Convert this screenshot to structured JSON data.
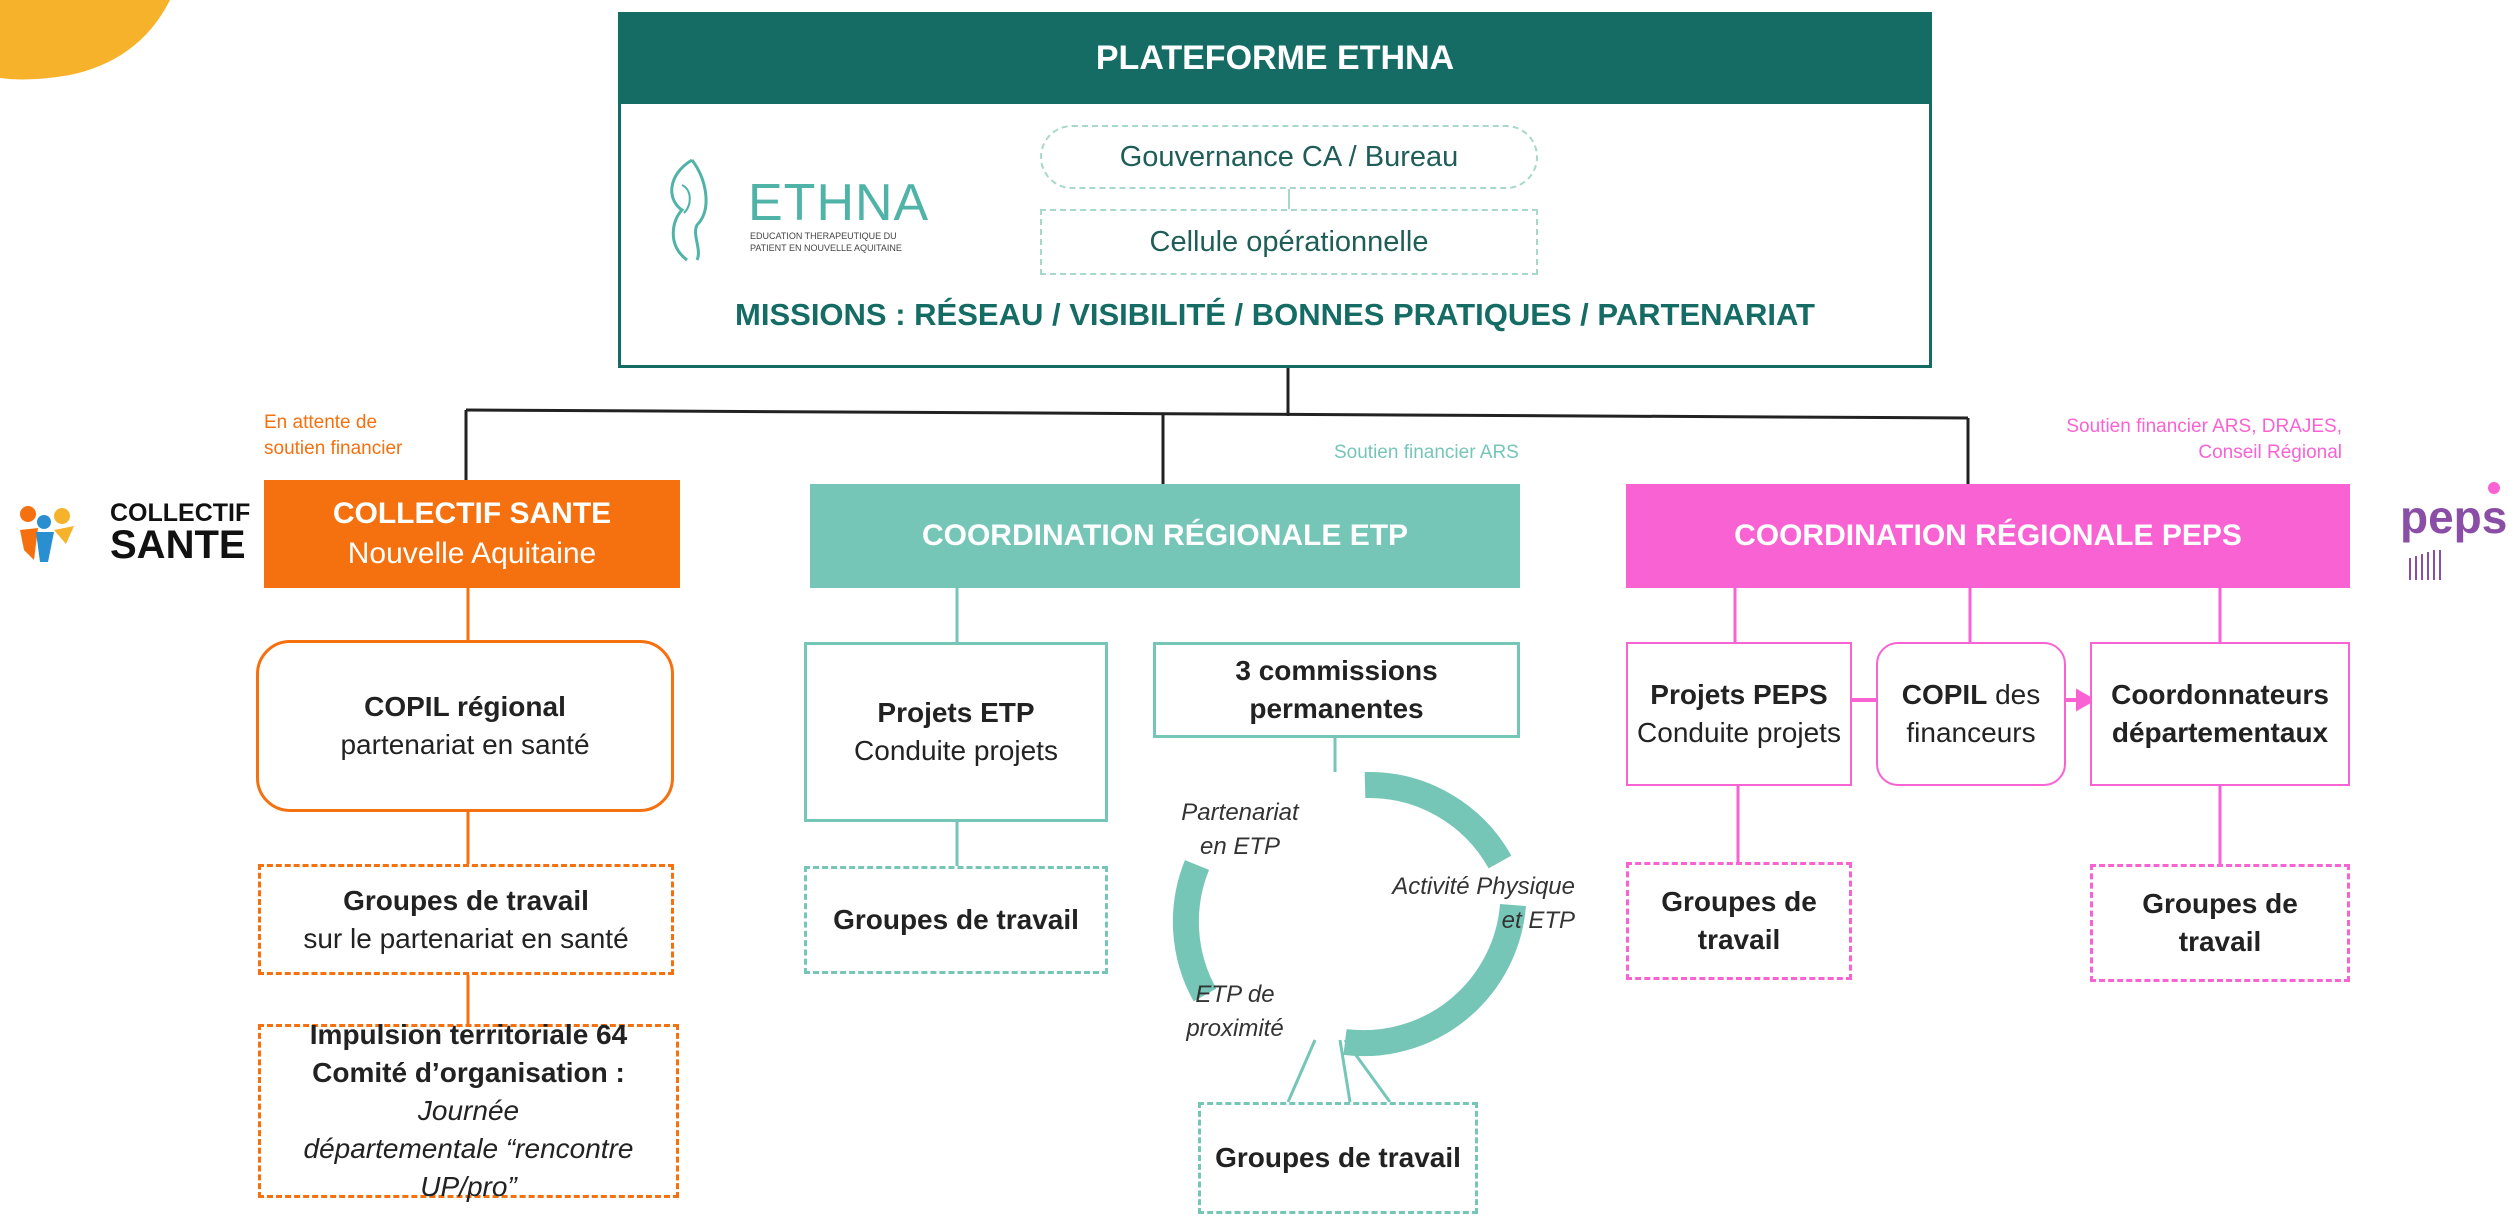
{
  "colors": {
    "teal_dark": "#156c64",
    "orange": "#f5700e",
    "teal_light": "#76c6b8",
    "pink": "#f962d3",
    "yellow": "#f7b22b"
  },
  "header": {
    "title": "PLATEFORME ETHNA",
    "governance": "Gouvernance CA / Bureau",
    "cell": "Cellule opérationnelle",
    "missions": "MISSIONS : RÉSEAU / VISIBILITÉ / BONNES PRATIQUES / PARTENARIAT"
  },
  "ethna_logo": {
    "name": "ETHNA",
    "tagline1": "EDUCATION THERAPEUTIQUE DU",
    "tagline2": "PATIENT EN NOUVELLE AQUITAINE"
  },
  "collectif_logo": {
    "line1": "COLLECTIF",
    "line2": "SANTE"
  },
  "peps_logo": {
    "text": "peps"
  },
  "left": {
    "note1": "En attente de",
    "note2": "soutien financier",
    "title": "COLLECTIF SANTE",
    "subtitle": "Nouvelle Aquitaine",
    "copil_title": "COPIL régional",
    "copil_sub": "partenariat en santé",
    "groups_title": "Groupes de travail",
    "groups_sub": "sur le partenariat en santé",
    "impulse_title": "Impulsion territoriale 64",
    "impulse_bold": "Comité d’organisation :",
    "impulse_it1": "Journée",
    "impulse_it2": "départementale “rencontre UP/pro”"
  },
  "middle": {
    "note": "Soutien financier ARS",
    "title": "COORDINATION RÉGIONALE ETP",
    "projects_title": "Projets ETP",
    "projects_sub": "Conduite projets",
    "commissions1": "3 commissions",
    "commissions2": "permanentes",
    "groups": "Groupes de travail",
    "cycle1a": "Partenariat",
    "cycle1b": "en ETP",
    "cycle2a": "Activité Physique",
    "cycle2b": "et ETP",
    "cycle3a": "ETP de",
    "cycle3b": "proximité",
    "groups2": "Groupes de travail"
  },
  "right": {
    "note1": "Soutien financier ARS, DRAJES,",
    "note2": "Conseil Régional",
    "title": "COORDINATION RÉGIONALE PEPS",
    "projects_title": "Projets PEPS",
    "projects_sub": "Conduite projets",
    "copil_bold": "COPIL",
    "copil_rest": "des",
    "copil_sub": "financeurs",
    "coord1": "Coordonnateurs",
    "coord2": "départementaux",
    "groups_a1": "Groupes de",
    "groups_a2": "travail",
    "groups_b1": "Groupes de",
    "groups_b2": "travail"
  }
}
